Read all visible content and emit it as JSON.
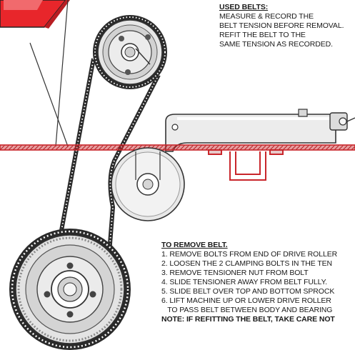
{
  "used_belts": {
    "heading": "USED BELTS:",
    "lines": [
      "MEASURE & RECORD THE",
      "BELT TENSION BEFORE REMOVAL.",
      "REFIT THE BELT TO THE",
      "SAME TENSION AS RECORDED."
    ]
  },
  "remove_belt": {
    "heading": "TO REMOVE BELT.",
    "steps": [
      "1. REMOVE BOLTS FROM END OF DRIVE ROLLER",
      "2. LOOSEN THE 2 CLAMPING BOLTS IN THE TEN",
      "3. REMOVE TENSIONER NUT FROM BOLT",
      "4. SLIDE TENSIONER AWAY FROM BELT FULLY.",
      "5. SLIDE BELT OVER TOP AND BOTTOM SPROCK",
      "6. LIFT MACHINE UP OR LOWER DRIVE ROLLER",
      "   TO PASS BELT BETWEEN BODY AND BEARING"
    ],
    "note": "NOTE: IF REFITTING THE BELT, TAKE CARE NOT"
  },
  "colors": {
    "frame_red": "#e8262b",
    "rail_red": "#c9262b",
    "metal_light": "#e9e9e9",
    "metal_mid": "#c8c8c8",
    "metal_dark": "#8a8a8a",
    "belt": "#2a2a2a"
  }
}
